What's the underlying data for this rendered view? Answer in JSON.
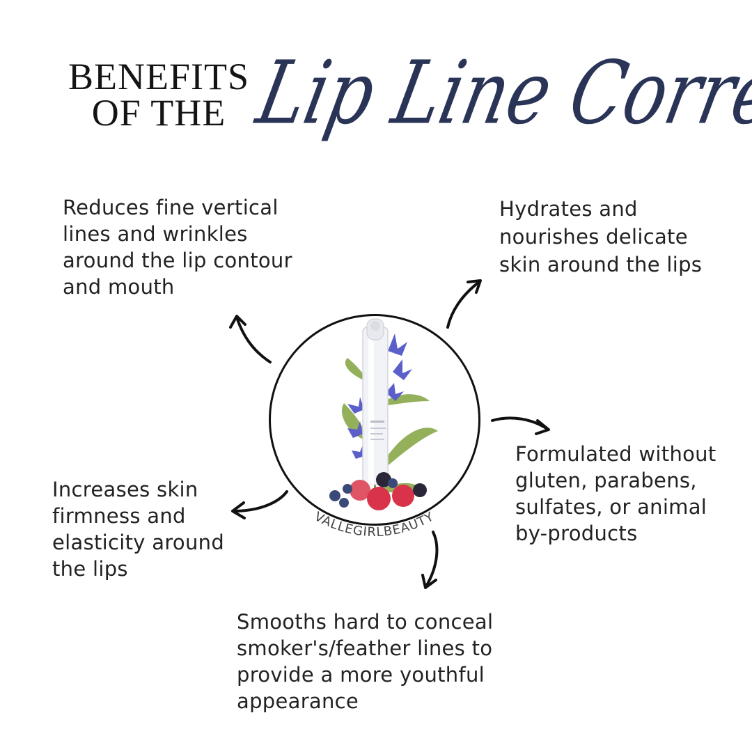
{
  "heading": {
    "line1": "BENEFITS",
    "line2": "OF THE",
    "script_title": "Lip Line Corrector"
  },
  "benefits": [
    "Reduces fine vertical lines and wrinkles around the lip contour and mouth",
    "Hydrates and nourishes delicate skin around the lips",
    "Formulated without gluten, parabens, sulfates, or animal by-products",
    "Increases skin firmness and elasticity around the lips",
    "Smooths hard to conceal smoker's/feather lines to provide a more youthful appearance"
  ],
  "watermark": "VALLEGIRLBEAUTY",
  "colors": {
    "script_title": "#2a3456",
    "text": "#222222",
    "outline": "#111111",
    "flower": "#5a5fc9",
    "leaf": "#8aa84a",
    "raspberry": "#d8334a",
    "blackberry": "#2b2738",
    "blueberry": "#3a4a78"
  }
}
